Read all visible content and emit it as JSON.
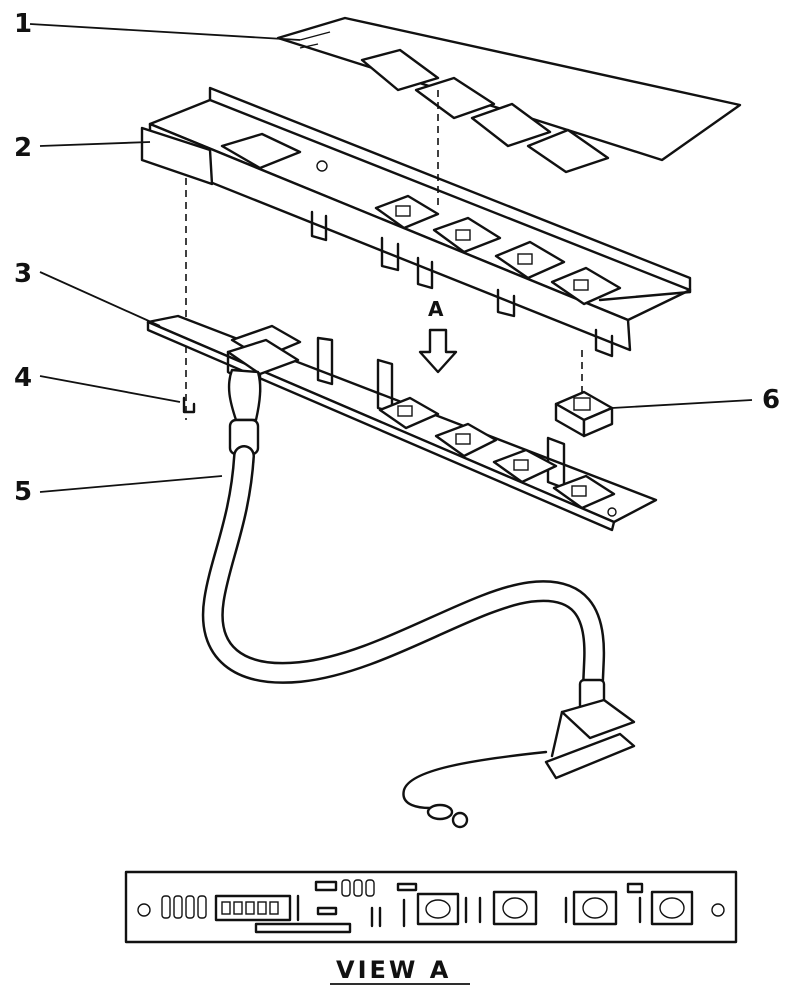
{
  "callouts": [
    {
      "id": "1",
      "label": "1"
    },
    {
      "id": "2",
      "label": "2"
    },
    {
      "id": "3",
      "label": "3"
    },
    {
      "id": "4",
      "label": "4"
    },
    {
      "id": "5",
      "label": "5"
    },
    {
      "id": "6",
      "label": "6"
    }
  ],
  "view_arrow_label": "A",
  "view_caption": "VIEW A"
}
